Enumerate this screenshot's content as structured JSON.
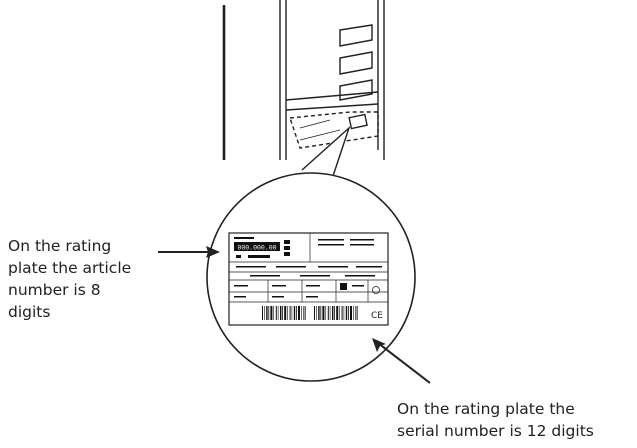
{
  "labels": {
    "article_number": "On the rating\nplate the article\nnumber is 8\ndigits",
    "serial_number": "On the rating plate the\nserial number is 12 digits"
  },
  "plate": {
    "display_value": "000.000.00",
    "ce_mark": "CE"
  }
}
